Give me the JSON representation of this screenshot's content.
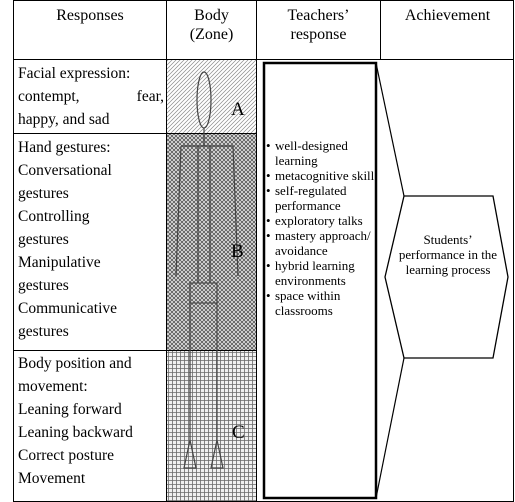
{
  "headers": {
    "responses": "Responses",
    "body_line1": "Body",
    "body_line2": "(Zone)",
    "teachers_line1": "Teachers’",
    "teachers_line2": "response",
    "achievement": "Achievement"
  },
  "facial": {
    "title": "Facial expression:",
    "w1": "contempt,",
    "w2": "fear,",
    "line3": "happy, and sad"
  },
  "hand": {
    "title": "Hand gestures:",
    "items": [
      "Conversational",
      "gestures",
      "Controlling",
      "gestures",
      "Manipulative",
      "gestures",
      "Communicative",
      "gestures"
    ]
  },
  "body_position": {
    "title1": "Body position and",
    "title2": "movement:",
    "items": [
      "Leaning forward",
      "Leaning backward",
      "Correct posture",
      "Movement"
    ]
  },
  "zones": {
    "a": "A",
    "b": "B",
    "c": "C"
  },
  "teacher_response_items": [
    "well-designed learning",
    "metacognitive skill",
    "self-regulated performance",
    "exploratory talks",
    "mastery approach/ avoidance",
    "hybrid learning environments",
    "space within classrooms"
  ],
  "achievement_text": "Students’ performance in the learning process"
}
